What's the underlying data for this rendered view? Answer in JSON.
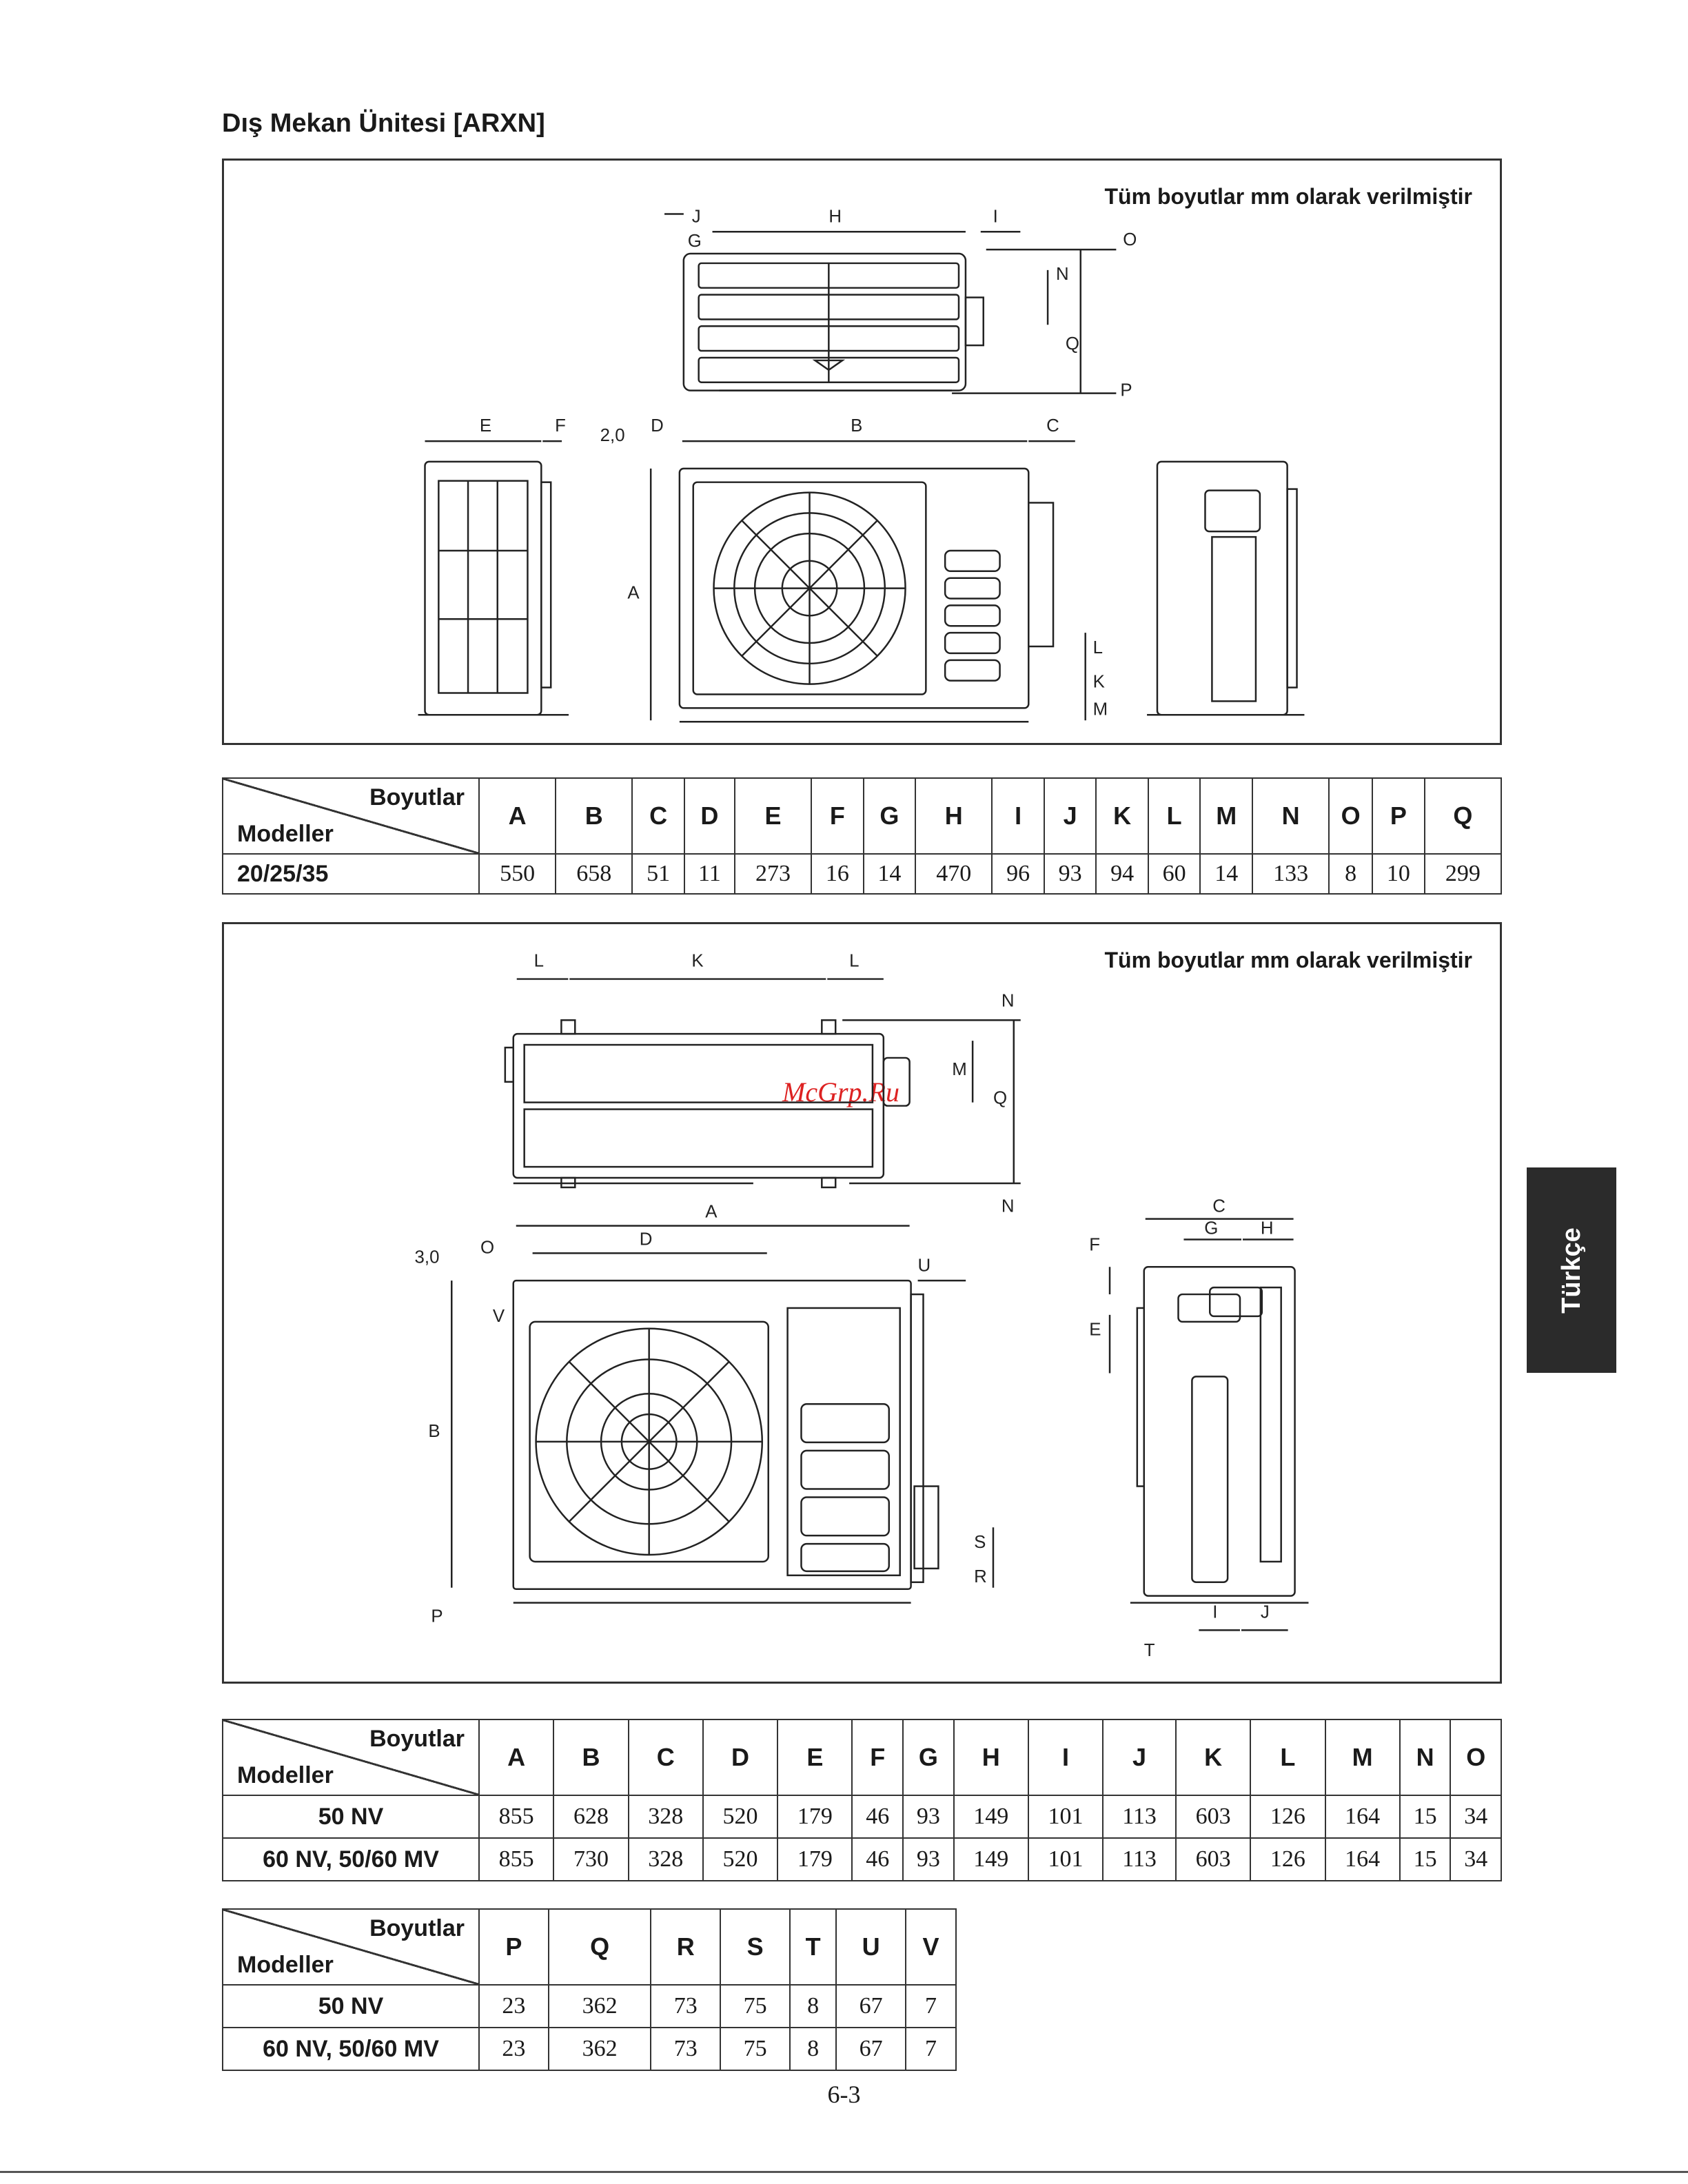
{
  "heading": "Dış Mekan Ünitesi [ARXN]",
  "side_tab": "Türkçe",
  "page_number": "6-3",
  "watermark": "McGrp.Ru",
  "figure1": {
    "note": "Tüm boyutlar mm olarak verilmiştir",
    "labels": [
      "J",
      "H",
      "I",
      "G",
      "O",
      "N",
      "Q",
      "P",
      "E",
      "F",
      "2,0",
      "D",
      "B",
      "C",
      "A",
      "L",
      "K",
      "M"
    ]
  },
  "figure2": {
    "note": "Tüm boyutlar mm olarak verilmiştir",
    "labels": [
      "L",
      "K",
      "L",
      "N",
      "M",
      "Q",
      "N",
      "A",
      "3,0",
      "O",
      "D",
      "U",
      "V",
      "B",
      "P",
      "S",
      "R",
      "C",
      "G",
      "H",
      "F",
      "E",
      "I",
      "J",
      "T"
    ]
  },
  "table_corner": {
    "dims": "Boyutlar",
    "models": "Modeller"
  },
  "table1": {
    "headers": [
      "A",
      "B",
      "C",
      "D",
      "E",
      "F",
      "G",
      "H",
      "I",
      "J",
      "K",
      "L",
      "M",
      "N",
      "O",
      "P",
      "Q"
    ],
    "rows": [
      {
        "model": "20/25/35",
        "values": [
          "550",
          "658",
          "51",
          "11",
          "273",
          "16",
          "14",
          "470",
          "96",
          "93",
          "94",
          "60",
          "14",
          "133",
          "8",
          "10",
          "299"
        ]
      }
    ]
  },
  "table2": {
    "headers": [
      "A",
      "B",
      "C",
      "D",
      "E",
      "F",
      "G",
      "H",
      "I",
      "J",
      "K",
      "L",
      "M",
      "N",
      "O"
    ],
    "rows": [
      {
        "model": "50 NV",
        "values": [
          "855",
          "628",
          "328",
          "520",
          "179",
          "46",
          "93",
          "149",
          "101",
          "113",
          "603",
          "126",
          "164",
          "15",
          "34"
        ]
      },
      {
        "model": "60 NV, 50/60 MV",
        "values": [
          "855",
          "730",
          "328",
          "520",
          "179",
          "46",
          "93",
          "149",
          "101",
          "113",
          "603",
          "126",
          "164",
          "15",
          "34"
        ]
      }
    ]
  },
  "table3": {
    "headers": [
      "P",
      "Q",
      "R",
      "S",
      "T",
      "U",
      "V"
    ],
    "rows": [
      {
        "model": "50 NV",
        "values": [
          "23",
          "362",
          "73",
          "75",
          "8",
          "67",
          "7"
        ]
      },
      {
        "model": "60 NV, 50/60 MV",
        "values": [
          "23",
          "362",
          "73",
          "75",
          "8",
          "67",
          "7"
        ]
      }
    ]
  }
}
